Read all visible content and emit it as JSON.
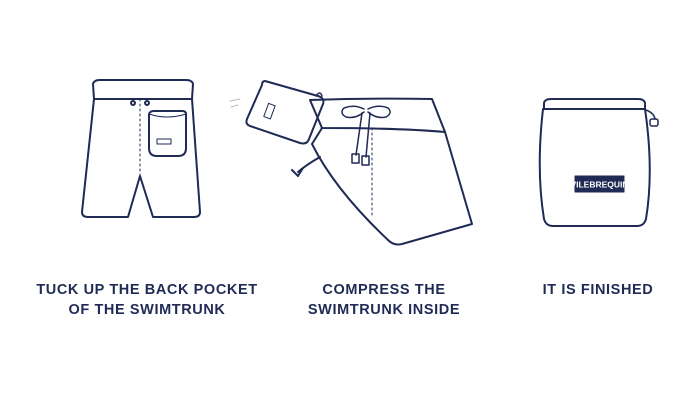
{
  "steps": [
    {
      "line1": "TUCK UP THE BACK POCKET",
      "line2": "OF THE SWIMTRUNK",
      "icon": "swimtrunk-back-view"
    },
    {
      "line1": "COMPRESS THE",
      "line2": "SWIMTRUNK INSIDE",
      "icon": "swimtrunk-folding"
    },
    {
      "line1": "IT IS FINISHED",
      "line2": "",
      "icon": "folded-pouch"
    }
  ],
  "brand": {
    "label": "VILEBREQUIN"
  },
  "colors": {
    "ink": "#1f2a55",
    "background": "#ffffff"
  }
}
